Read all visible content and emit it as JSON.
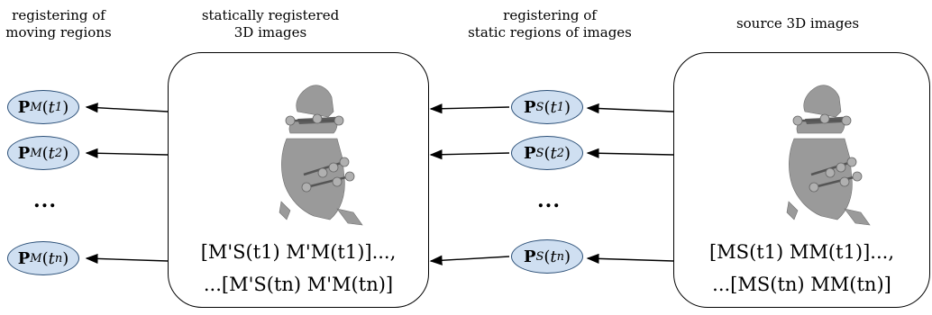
{
  "headers": {
    "moving_regions": [
      "registering of",
      "moving regions"
    ],
    "static_registered": [
      "statically registered",
      "3D images"
    ],
    "static_regions": [
      "registering of",
      "static regions of images"
    ],
    "source": [
      "source 3D images"
    ]
  },
  "left_bubbles": [
    {
      "P": "P",
      "sub": "M",
      "t": "t",
      "i": "1"
    },
    {
      "P": "P",
      "sub": "M",
      "t": "t",
      "i": "2"
    },
    {
      "P": "P",
      "sub": "M",
      "t": "t",
      "i": "n"
    }
  ],
  "mid_bubbles": [
    {
      "P": "P",
      "sub": "S",
      "t": "t",
      "i": "1"
    },
    {
      "P": "P",
      "sub": "S",
      "t": "t",
      "i": "2"
    },
    {
      "P": "P",
      "sub": "S",
      "t": "t",
      "i": "n"
    }
  ],
  "ellipsis": "...",
  "middle_box_formula": {
    "line1_prefix": "",
    "line1": "[M'S(t1) M'M(t1)]...,",
    "line2": "...[M'S(tn) M'M(tn)]"
  },
  "right_box_formula": {
    "line1": "[MS(t1) MM(t1)]...,",
    "line2": "...[MS(tn) MM(tn)]"
  },
  "colors": {
    "bubble_fill": "#cfdff1",
    "bubble_stroke": "#2b4f77",
    "face": "#9a9a9a",
    "marker": "#b0b0b0"
  }
}
